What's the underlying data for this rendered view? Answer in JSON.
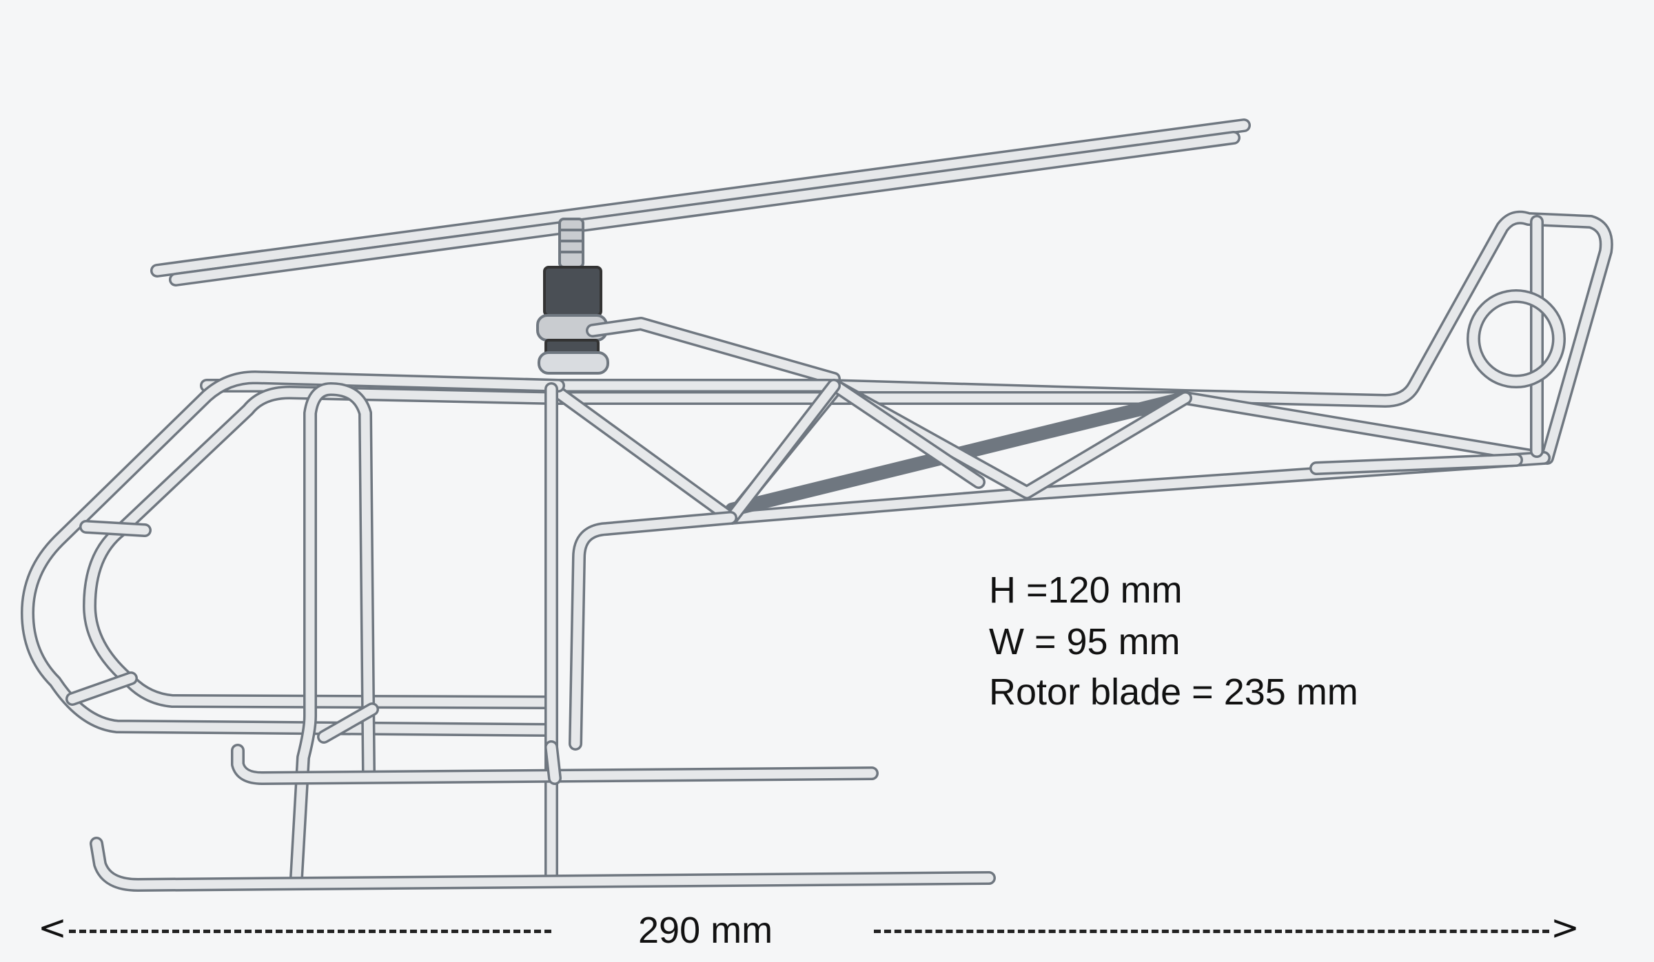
{
  "specs": {
    "height": "H =120 mm",
    "width": "W = 95 mm",
    "rotor_blade": "Rotor blade = 235 mm"
  },
  "overall_length": {
    "label": "290 mm",
    "arrow_left": "<",
    "arrow_right": ">"
  },
  "colors": {
    "background": "#f5f6f7",
    "tube_outline": "#6f7780",
    "tube_fill": "#e6e8ea",
    "hub_dark": "#4a4f55",
    "text": "#111111"
  }
}
